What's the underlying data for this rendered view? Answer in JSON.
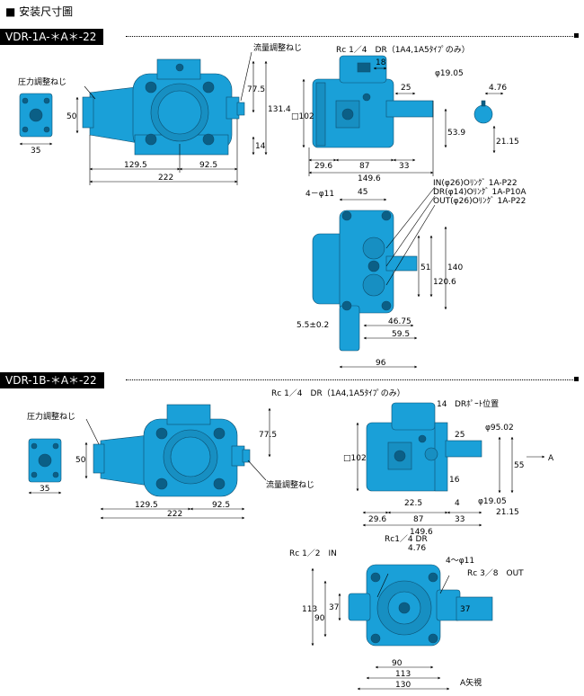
{
  "header": {
    "title": "■ 安装尺寸圖"
  },
  "section1": {
    "model": "VDR-1A-＊A＊-22",
    "labels": {
      "flow_screw": "流量調整ねじ",
      "pressure_screw": "圧力調整ねじ",
      "rc_note": "Rc 1／4　DR（1A4,1A5ﾀｲﾌﾟのみ）",
      "in_oring": "IN(φ26)Oﾘﾝｸﾞ 1A-P22",
      "dr_oring": "DR(φ14)Oﾘﾝｸﾞ 1A-P10A",
      "out_oring": "OUT(φ26)Oﾘﾝｸﾞ 1A-P22",
      "holes": "4－φ11"
    },
    "dims": {
      "d35": "35",
      "d50": "50",
      "d77_5": "77.5",
      "d131_4": "131.4",
      "d14": "14",
      "d129_5": "129.5",
      "d92_5": "92.5",
      "d222": "222",
      "d18": "18",
      "d25": "25",
      "d19_05": "φ19.05",
      "d53_9": "53.9",
      "d102": "□102",
      "d29_6": "29.6",
      "d87": "87",
      "d33": "33",
      "d149_6": "149.6",
      "d4_76": "4.76",
      "d21_15": "21.15",
      "d45": "45",
      "d51": "51",
      "d120_6": "120.6",
      "d140": "140",
      "d5_5": "5.5±0.2",
      "d46_75": "46.75",
      "d59_5": "59.5",
      "d96": "96"
    }
  },
  "section2": {
    "model": "VDR-1B-＊A＊-22",
    "labels": {
      "pressure_screw": "圧力調整ねじ",
      "flow_screw": "流量調整ねじ",
      "rc_note": "Rc 1／4　DR（1A4,1A5ﾀｲﾌﾟのみ）",
      "dr_port": "DRﾎﾟｰﾄ位置",
      "arrow_a": "A",
      "rc_dr": "Rc1／4 DR",
      "rc_in": "Rc 1／2　IN",
      "rc_out": "Rc 3／8　OUT",
      "holes": "4～φ11",
      "view_a": "A矢視"
    },
    "dims": {
      "d35": "35",
      "d50": "50",
      "d77_5": "77.5",
      "d129_5": "129.5",
      "d92_5": "92.5",
      "d222": "222",
      "d14": "14",
      "d25": "25",
      "d102": "□102",
      "d16": "16",
      "d22_5": "22.5",
      "d4": "4",
      "d29_6": "29.6",
      "d87": "87",
      "d33": "33",
      "d149_6": "149.6",
      "d95": "φ95.02",
      "d55": "55",
      "d19_05": "φ19.05",
      "d21_15": "21.15",
      "d4_76": "4.76",
      "d113v": "113",
      "d90v": "90",
      "d37": "37",
      "d37r": "37",
      "d90h": "90",
      "d113h": "113",
      "d130": "130"
    }
  }
}
